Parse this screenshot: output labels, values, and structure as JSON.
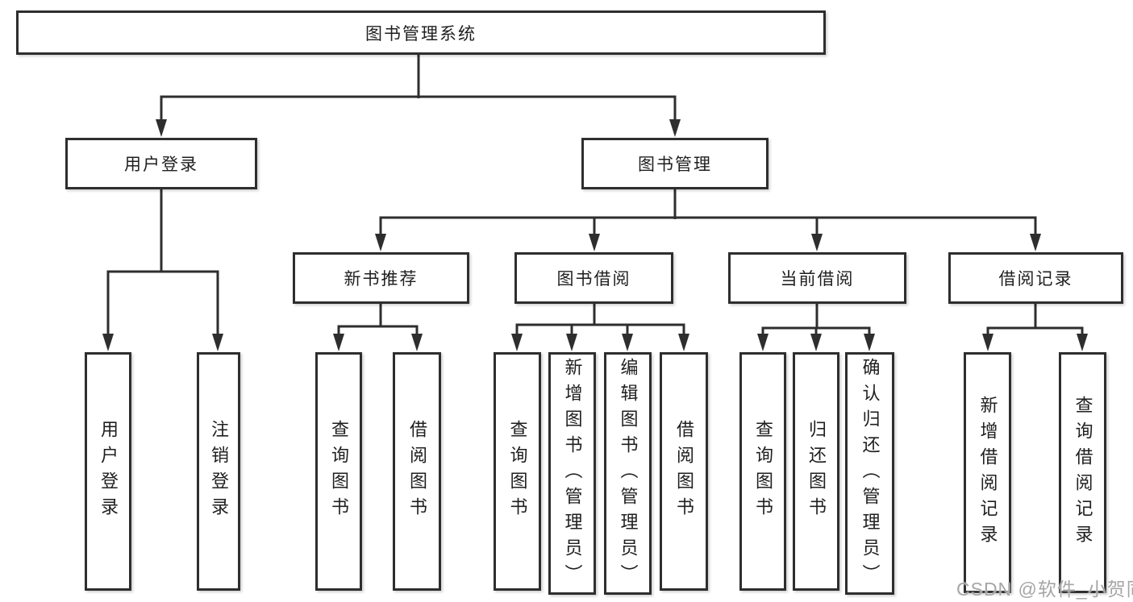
{
  "diagram_title": "图书管理系统",
  "watermark": "CSDN @软件_小贺同学",
  "colors": {
    "line": "#2e2e2e",
    "box_border": "#2e2e2e",
    "box_fill": "#ffffff",
    "text": "#1f1f1f",
    "background": "#ffffff",
    "watermark": "#a6a6a6"
  },
  "nodes": {
    "root": {
      "label": "图书管理系统"
    },
    "level2": [
      {
        "label": "用户登录"
      },
      {
        "label": "图书管理"
      }
    ],
    "level3": [
      {
        "label": "新书推荐",
        "parent": "图书管理"
      },
      {
        "label": "图书借阅",
        "parent": "图书管理"
      },
      {
        "label": "当前借阅",
        "parent": "图书管理"
      },
      {
        "label": "借阅记录",
        "parent": "图书管理"
      }
    ],
    "leaves": [
      {
        "label": "用户登录",
        "parent": "用户登录"
      },
      {
        "label": "注销登录",
        "parent": "用户登录"
      },
      {
        "label": "查询图书",
        "parent": "新书推荐"
      },
      {
        "label": "借阅图书",
        "parent": "新书推荐"
      },
      {
        "label": "查询图书",
        "parent": "图书借阅"
      },
      {
        "label": "新增图书（管理员）",
        "parent": "图书借阅"
      },
      {
        "label": "编辑图书（管理员）",
        "parent": "图书借阅"
      },
      {
        "label": "借阅图书",
        "parent": "图书借阅"
      },
      {
        "label": "查询图书",
        "parent": "当前借阅"
      },
      {
        "label": "归还图书",
        "parent": "当前借阅"
      },
      {
        "label": "确认归还（管理员）",
        "parent": "当前借阅"
      },
      {
        "label": "新增借阅记录",
        "parent": "借阅记录"
      },
      {
        "label": "查询借阅记录",
        "parent": "借阅记录"
      }
    ]
  }
}
